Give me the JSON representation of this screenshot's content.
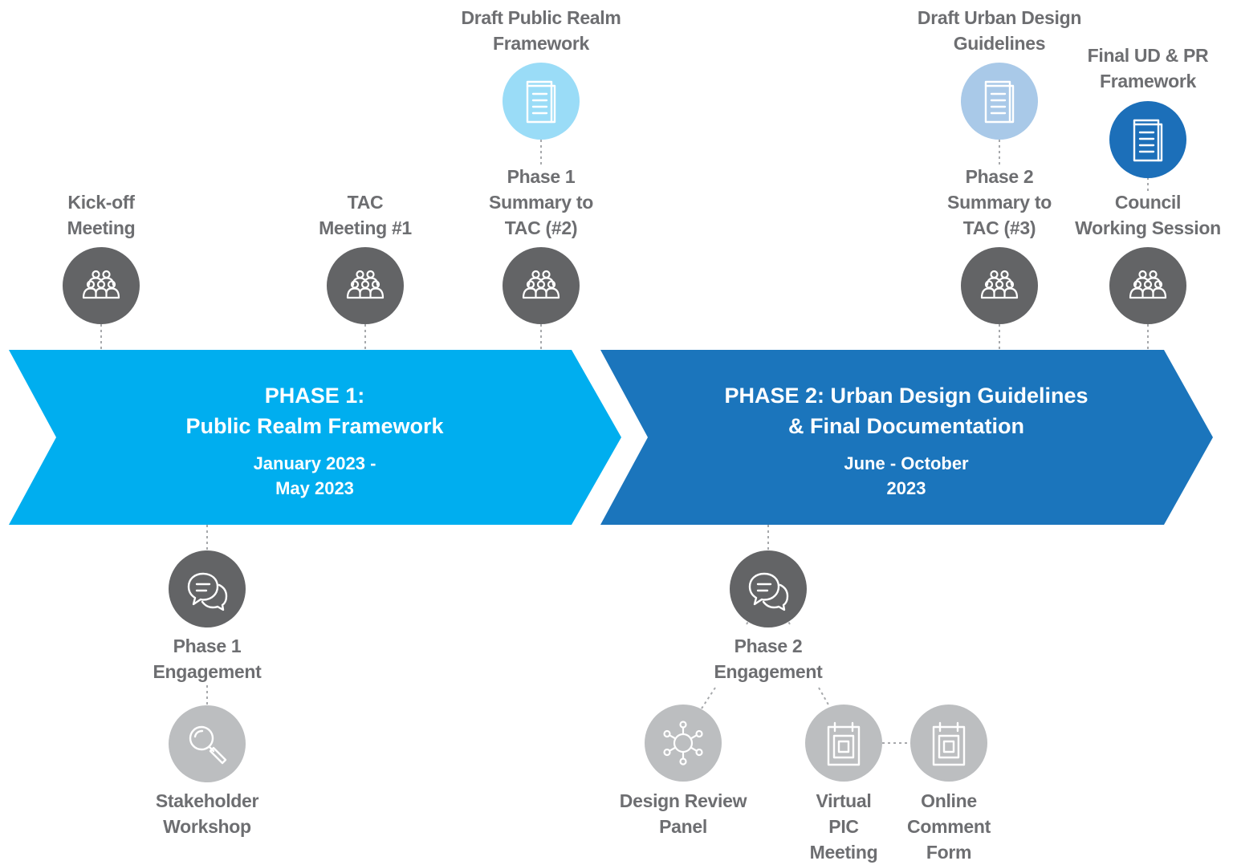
{
  "colors": {
    "phase1": "#00aeef",
    "phase2": "#1b75bc",
    "milestone_dark": "#636466",
    "milestone_light": "#bcbec0",
    "draft1_icon": "#9adcf7",
    "draft2_icon": "#a9c9e8",
    "final_icon": "#1c6fb9",
    "connector": "#a7a9ac"
  },
  "phases": [
    {
      "id": "phase1",
      "title_lines": [
        "PHASE 1:",
        "Public Realm Framework"
      ],
      "date_lines": [
        "January 2023 -",
        "May 2023"
      ]
    },
    {
      "id": "phase2",
      "title_lines": [
        "PHASE 2: Urban Design Guidelines",
        "& Final Documentation"
      ],
      "date_lines": [
        "June - October",
        "2023"
      ]
    }
  ],
  "top_milestones": [
    {
      "id": "kickoff",
      "icon": "people-icon",
      "label_lines": [
        "Kick-off",
        "Meeting"
      ]
    },
    {
      "id": "tac1",
      "icon": "people-icon",
      "label_lines": [
        "TAC",
        "Meeting #1"
      ]
    },
    {
      "id": "tac2",
      "icon": "people-icon",
      "label_lines": [
        "Phase 1",
        "Summary to",
        "TAC (#2)"
      ]
    },
    {
      "id": "tac3",
      "icon": "people-icon",
      "label_lines": [
        "Phase 2",
        "Summary to",
        "TAC (#3)"
      ]
    },
    {
      "id": "council",
      "icon": "people-icon",
      "label_lines": [
        "Council",
        "Working Session"
      ]
    }
  ],
  "deliverables": [
    {
      "id": "draft-pr",
      "icon": "document-icon",
      "label_lines": [
        "Draft Public Realm",
        "Framework"
      ]
    },
    {
      "id": "draft-udg",
      "icon": "document-icon",
      "label_lines": [
        "Draft Urban Design",
        "Guidelines"
      ]
    },
    {
      "id": "final",
      "icon": "document-icon",
      "label_lines": [
        "Final UD & PR",
        "Framework"
      ]
    }
  ],
  "engagements": [
    {
      "id": "eng1",
      "icon": "chat-icon",
      "label_lines": [
        "Phase 1",
        "Engagement"
      ]
    },
    {
      "id": "eng2",
      "icon": "chat-icon",
      "label_lines": [
        "Phase 2",
        "Engagement"
      ]
    }
  ],
  "engagement_activities": [
    {
      "id": "stakeholder",
      "icon": "magnifier-icon",
      "label_lines": [
        "Stakeholder",
        "Workshop"
      ]
    },
    {
      "id": "drp",
      "icon": "network-icon",
      "label_lines": [
        "Design Review",
        "Panel"
      ]
    },
    {
      "id": "pic",
      "icon": "clipboard-icon",
      "label_lines": [
        "Virtual",
        "PIC",
        "Meeting"
      ]
    },
    {
      "id": "comment",
      "icon": "clipboard-icon",
      "label_lines": [
        "Online",
        "Comment",
        "Form"
      ]
    }
  ]
}
